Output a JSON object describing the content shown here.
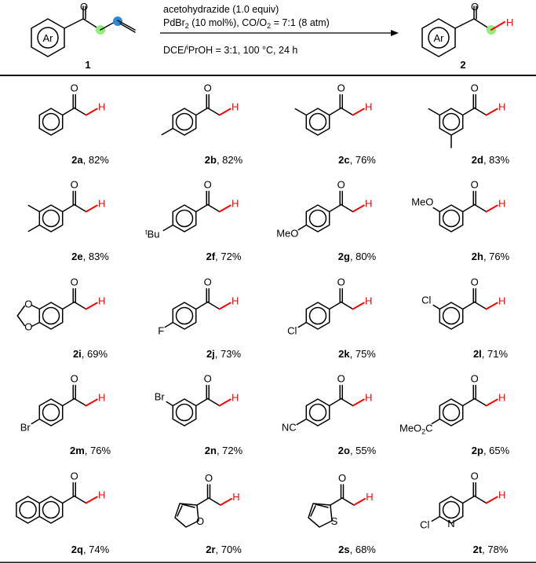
{
  "scheme": {
    "reactant_number": "1",
    "product_number": "2",
    "reactant_ring_label": "Ar",
    "product_ring_label": "Ar",
    "reagent_line": "acetohydrazide (1.0 equiv)",
    "catalyst_line_a": "PdBr",
    "catalyst_line_sub": "2",
    "catalyst_line_b": " (10 mol%), CO/O",
    "catalyst_line_sub2": "2",
    "catalyst_line_c": " = 7:1 (8 atm)",
    "condition_a": "DCE/",
    "condition_sup": "i",
    "condition_b": "PrOH = 3:1, 100 °C, 24 h",
    "colors": {
      "green_dot": "#90ee78",
      "blue_dot": "#2b8bd9",
      "hydrogen": "#ff0000"
    }
  },
  "atoms": {
    "oxygen": "O",
    "hydrogen": "H"
  },
  "substituents": {
    "methyl": "",
    "tbu_sup": "t",
    "tbu": "Bu",
    "methoxy": "MeO",
    "fluoro": "F",
    "chloro": "Cl",
    "bromo": "Br",
    "cyano": "NC",
    "ester_a": "MeO",
    "ester_sub": "2",
    "ester_b": "C",
    "furan_o": "O",
    "thiophene_s": "S",
    "pyridine_n": "N"
  },
  "compounds": [
    {
      "id": "2a",
      "yield": ", 82%"
    },
    {
      "id": "2b",
      "yield": ", 82%"
    },
    {
      "id": "2c",
      "yield": ", 76%"
    },
    {
      "id": "2d",
      "yield": ", 83%"
    },
    {
      "id": "2e",
      "yield": ", 83%"
    },
    {
      "id": "2f",
      "yield": ", 72%"
    },
    {
      "id": "2g",
      "yield": ", 80%"
    },
    {
      "id": "2h",
      "yield": ", 76%"
    },
    {
      "id": "2i",
      "yield": ", 69%"
    },
    {
      "id": "2j",
      "yield": ", 73%"
    },
    {
      "id": "2k",
      "yield": ", 75%"
    },
    {
      "id": "2l",
      "yield": ", 71%"
    },
    {
      "id": "2m",
      "yield": ", 76%"
    },
    {
      "id": "2n",
      "yield": ", 72%"
    },
    {
      "id": "2o",
      "yield": ", 55%"
    },
    {
      "id": "2p",
      "yield": ", 65%"
    },
    {
      "id": "2q",
      "yield": ", 74%"
    },
    {
      "id": "2r",
      "yield": ", 70%"
    },
    {
      "id": "2s",
      "yield": ", 68%"
    },
    {
      "id": "2t",
      "yield": ", 78%"
    }
  ]
}
